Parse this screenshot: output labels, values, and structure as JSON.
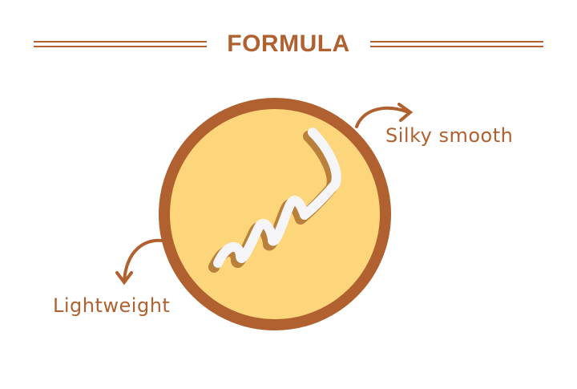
{
  "header": {
    "title": "FORMULA"
  },
  "callouts": {
    "top_right": "Silky smooth",
    "bottom_left": "Lightweight"
  },
  "colors": {
    "brown": "#b0612f",
    "yellow": "#fdd57a",
    "cream": "#ffffff"
  }
}
